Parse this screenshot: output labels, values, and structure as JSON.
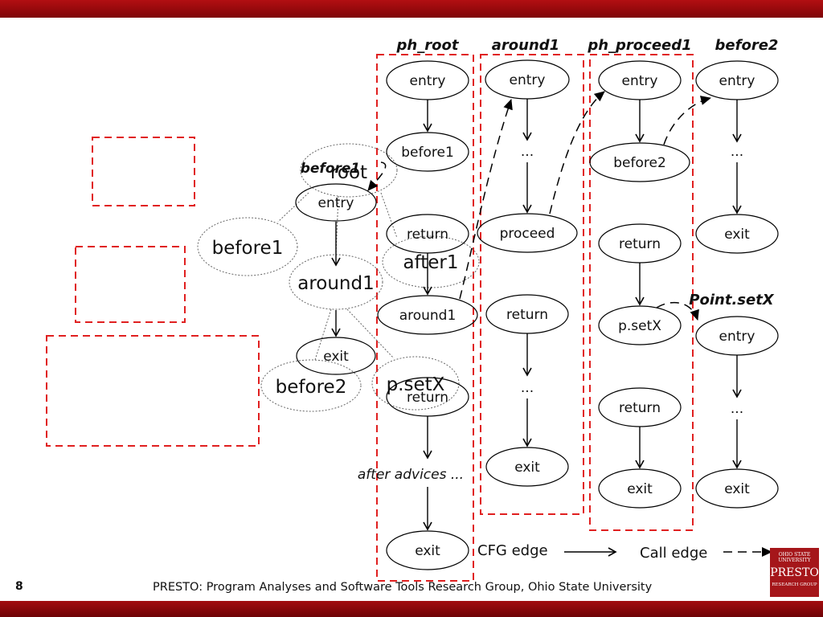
{
  "slide": {
    "page_number": "8",
    "footer": "PRESTO: Program Analyses and Software Tools Research Group, Ohio State University",
    "logo_line1": "OHIO STATE UNIVERSITY",
    "logo_line2": "PRESTO",
    "logo_line3": "RESEARCH GROUP"
  },
  "headers": {
    "ph_root": "ph_root",
    "around1": "around1",
    "ph_proceed1": "ph_proceed1",
    "before2": "before2",
    "point_setx": "Point.setX",
    "before1_overlay": "before1"
  },
  "nodes": {
    "root_entry": "entry",
    "root_before1": "before1",
    "root_return1": "return",
    "root_around1": "around1",
    "root_return2": "return",
    "root_exit": "exit",
    "after_advices": "after advices ...",
    "a1_entry": "entry",
    "a1_dots1": "...",
    "a1_proceed": "proceed",
    "a1_return": "return",
    "a1_dots2": "...",
    "a1_exit": "exit",
    "pp_entry": "entry",
    "pp_before2": "before2",
    "pp_return1": "return",
    "pp_setx": "p.setX",
    "pp_return2": "return",
    "pp_exit": "exit",
    "b2_entry": "entry",
    "b2_dots": "...",
    "b2_exit": "exit",
    "ps_entry": "entry",
    "ps_dots": "...",
    "ps_exit": "exit"
  },
  "callgraph": {
    "root": "root",
    "entry": "entry",
    "before1": "before1",
    "around1": "around1",
    "after1": "after1",
    "exit": "exit",
    "before2": "before2",
    "psetx": "p.setX",
    "return": "return"
  },
  "legend": {
    "cfg_edge": "CFG edge",
    "call_edge": "Call edge"
  }
}
